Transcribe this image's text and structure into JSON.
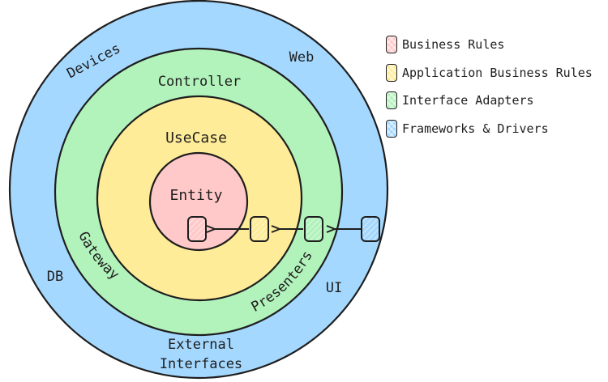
{
  "colors": {
    "outer": "#a5d8ff",
    "adapters": "#b2f2bb",
    "application": "#ffec99",
    "entity": "#ffc9c9",
    "stroke": "#1e1e1e"
  },
  "rings": {
    "outer_labels": {
      "devices": "Devices",
      "web": "Web",
      "db": "DB",
      "ui": "UI",
      "external_line1": "External",
      "external_line2": "Interfaces"
    },
    "adapter_labels": {
      "controller": "Controller",
      "gateway": "Gateway",
      "presenters": "Presenters"
    },
    "usecase_label": "UseCase",
    "entity_label": "Entity"
  },
  "legend": [
    {
      "label": "Business Rules",
      "color": "#ffc9c9"
    },
    {
      "label": "Application Business Rules",
      "color": "#ffec99"
    },
    {
      "label": "Interface Adapters",
      "color": "#b2f2bb"
    },
    {
      "label": "Frameworks & Drivers",
      "color": "#a5d8ff"
    }
  ]
}
